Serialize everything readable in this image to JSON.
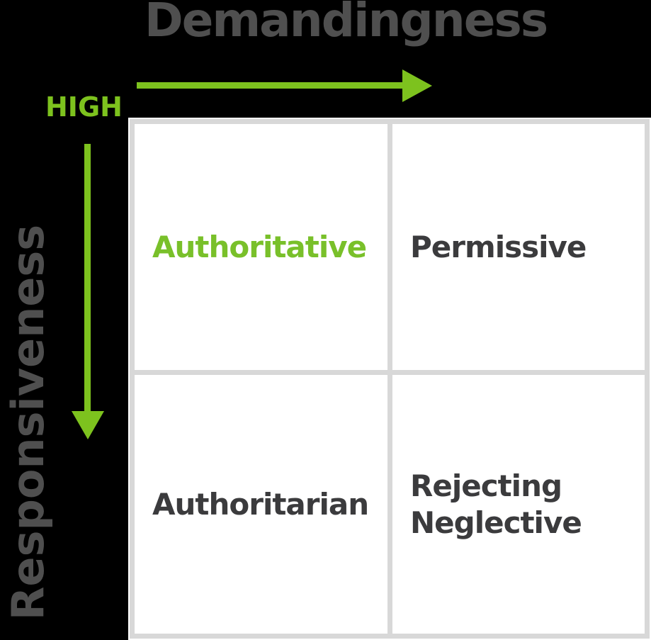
{
  "diagram": {
    "axis_x": {
      "title": "Demandingness"
    },
    "axis_y": {
      "title": "Responsiveness"
    },
    "axis_marker": "HIGH",
    "quadrants": [
      {
        "id": "authoritative",
        "label": "Authoritative",
        "emphasis": "green",
        "position": "top-left"
      },
      {
        "id": "permissive",
        "label": "Permissive",
        "emphasis": "dark",
        "position": "top-right"
      },
      {
        "id": "authoritarian",
        "label": "Authoritarian",
        "emphasis": "dark",
        "position": "bottom-left"
      },
      {
        "id": "rejecting-neglective",
        "label": "Rejecting\nNeglective",
        "emphasis": "dark",
        "position": "bottom-right"
      }
    ]
  },
  "colors": {
    "background": "#000000",
    "accent_green": "#7DC21E",
    "quadrant_green_text": "#79C02A",
    "axis_title_gray": "#4F4F4F",
    "quadrant_dark_text": "#3B3B3D",
    "grid_border_gray": "#D8D8D8",
    "cell_white": "#FFFFFF"
  }
}
